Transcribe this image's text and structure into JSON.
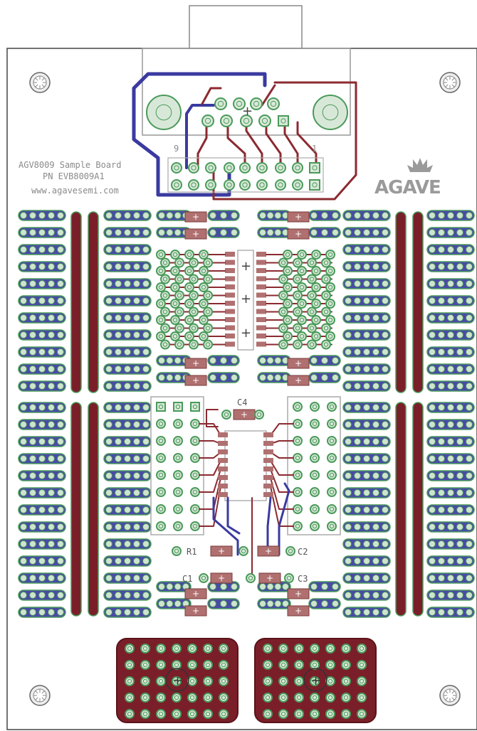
{
  "board": {
    "title_line1": "AGV8009 Sample Board",
    "title_line2": "PN EVB8009A1",
    "website": "www.agavesemi.com",
    "logo_text": "AGAVE",
    "header_pin_first": "9",
    "header_pin_last": "1"
  },
  "components": {
    "c1": "C1",
    "c2": "C2",
    "c3": "C3",
    "c4": "C4",
    "r1": "R1"
  },
  "colors": {
    "board_bg": "#ffffff",
    "outline": "#444444",
    "silk": "#9a9a9a",
    "pad_copper": "#4a9a5a",
    "pad_hole": "#c8dcc8",
    "top_copper": "#8b2a30",
    "bottom_copper": "#3a3aa0",
    "smd": "#b07070"
  },
  "icons": {
    "mount_hole": "mounting-hole-icon",
    "cross": "plus-marker-icon"
  }
}
